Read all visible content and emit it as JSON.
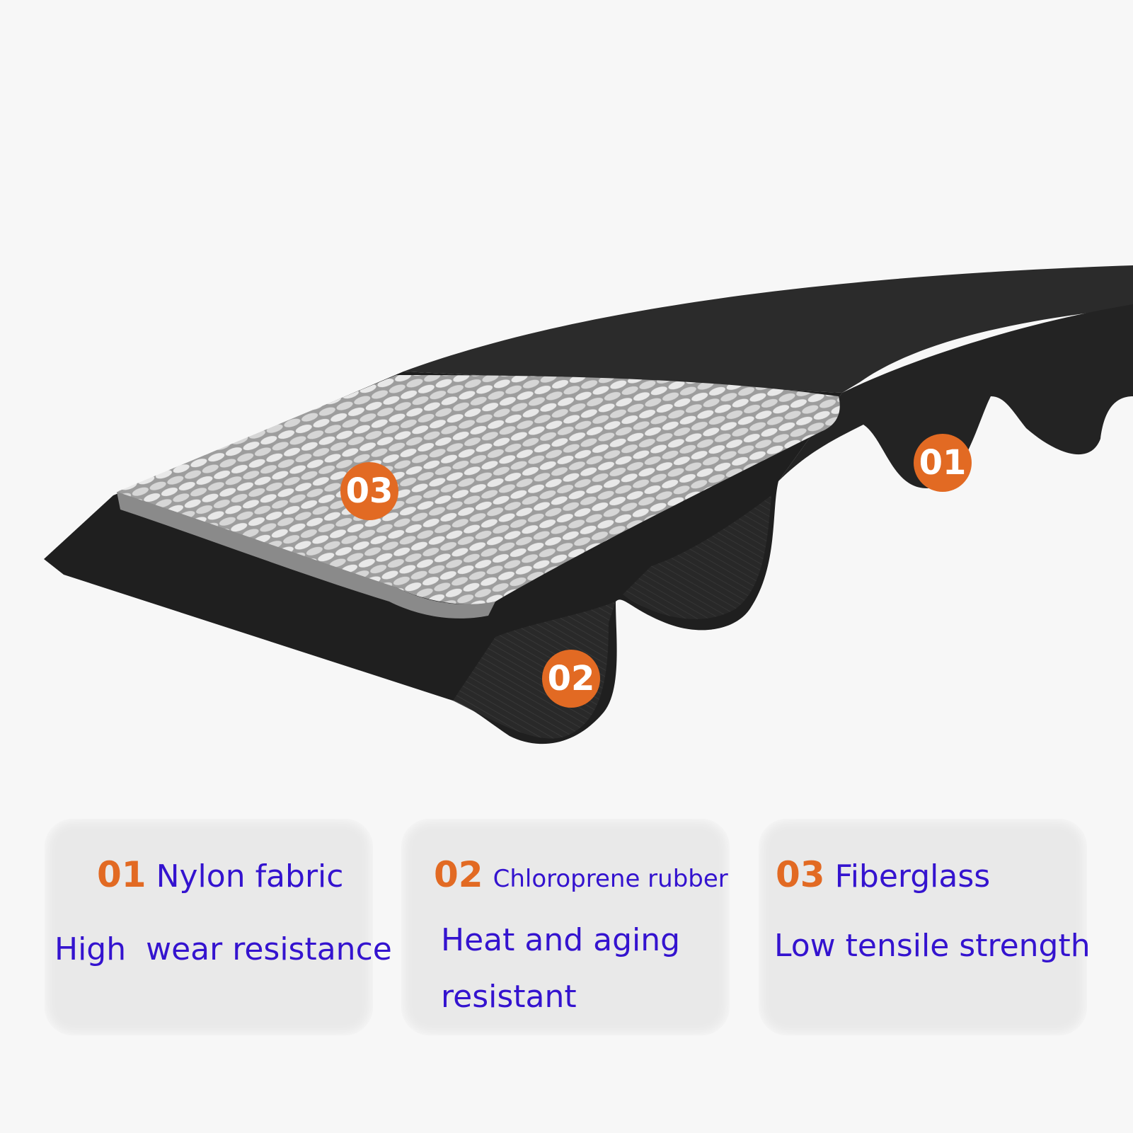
{
  "colors": {
    "accent_orange": "#e26a23",
    "text_purple": "#3413cf",
    "belt_black": "#1f1f1f",
    "cord_gray": "#b9b9b9",
    "card_bg": "#e9e9e9",
    "page_bg": "#f7f7f7"
  },
  "markers": [
    {
      "label": "01"
    },
    {
      "label": "02"
    },
    {
      "label": "03"
    }
  ],
  "cards": [
    {
      "number": "01",
      "title": "Nylon fabric",
      "description": "High  wear resistance"
    },
    {
      "number": "02",
      "title": "Chloroprene rubber",
      "description": "Heat and aging\nresistant"
    },
    {
      "number": "03",
      "title": "Fiberglass",
      "description": "Low tensile strength"
    }
  ]
}
